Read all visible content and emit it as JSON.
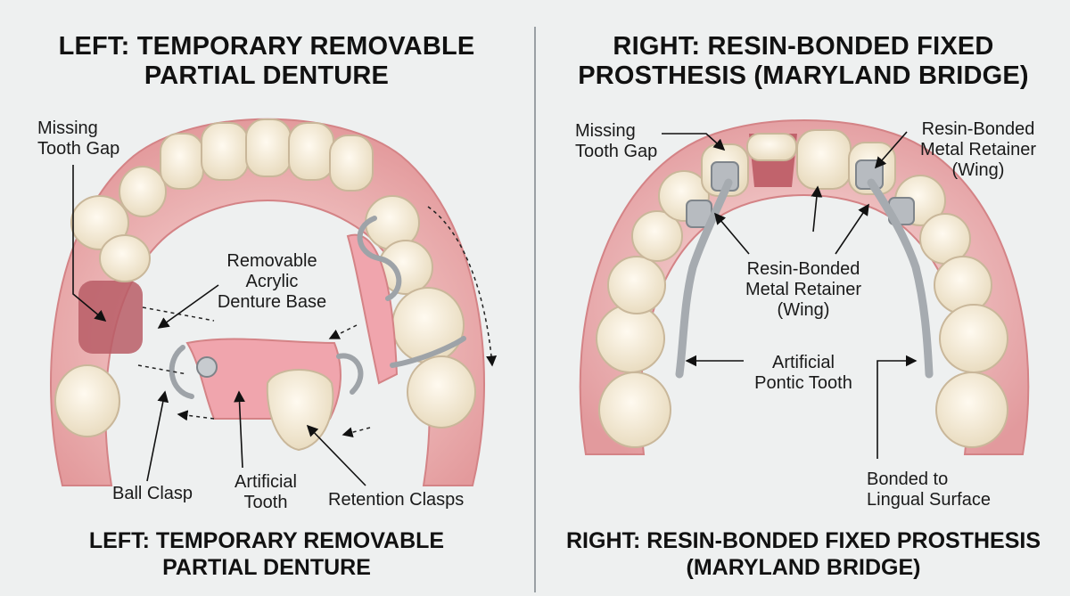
{
  "left": {
    "title_line1": "LEFT: TEMPORARY REMOVABLE",
    "title_line2": "PARTIAL DENTURE",
    "caption_line1": "LEFT: TEMPORARY REMOVABLE",
    "caption_line2": "PARTIAL DENTURE",
    "labels": {
      "missing_gap_line1": "Missing",
      "missing_gap_line2": "Tooth Gap",
      "acrylic_line1": "Removable",
      "acrylic_line2": "Acrylic",
      "acrylic_line3": "Denture Base",
      "ball_clasp": "Ball Clasp",
      "artificial_line1": "Artificial",
      "artificial_line2": "Tooth",
      "retention_clasps": "Retention Clasps"
    }
  },
  "right": {
    "title_line1": "RIGHT: RESIN-BONDED FIXED",
    "title_line2": "PROSTHESIS (MARYLAND BRIDGE)",
    "caption_line1": "RIGHT: RESIN-BONDED FIXED PROSTHESIS",
    "caption_line2": "(MARYLAND BRIDGE)",
    "labels": {
      "missing_gap_line1": "Missing",
      "missing_gap_line2": "Tooth Gap",
      "retainer_top_line1": "Resin-Bonded",
      "retainer_top_line2": "Metal Retainer",
      "retainer_top_line3": "(Wing)",
      "retainer_mid_line1": "Resin-Bonded",
      "retainer_mid_line2": "Metal Retainer",
      "retainer_mid_line3": "(Wing)",
      "pontic_line1": "Artificial",
      "pontic_line2": "Pontic Tooth",
      "lingual_line1": "Bonded to",
      "lingual_line2": "Lingual Surface"
    }
  },
  "colors": {
    "gum": "#e7a3a3",
    "gum_dark": "#d98a8c",
    "tooth": "#f4ecd8",
    "tooth_edge": "#c9b79a",
    "metal": "#a9adb2",
    "acrylic": "#f0a5ad"
  }
}
